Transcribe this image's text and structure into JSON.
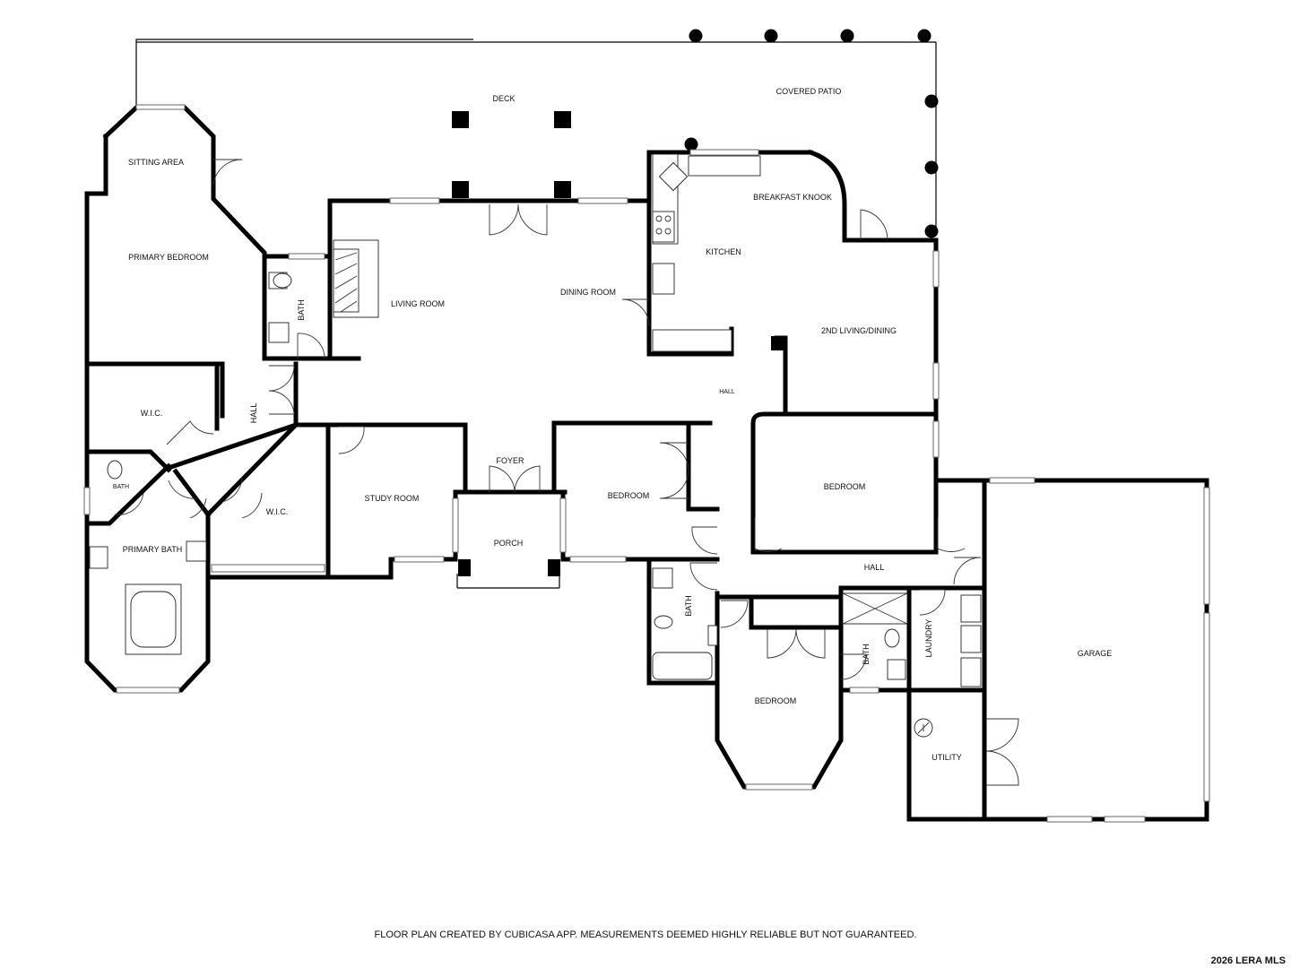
{
  "rooms": {
    "deck": "DECK",
    "covered_patio": "COVERED PATIO",
    "sitting_area": "SITTING AREA",
    "breakfast_knook": "BREAKFAST KNOOK",
    "primary_bedroom": "PRIMARY BEDROOM",
    "kitchen": "KITCHEN",
    "bath_primary_wc": "BATH",
    "living_room": "LIVING ROOM",
    "dining_room": "DINING ROOM",
    "second_living": "2ND LIVING/DINING",
    "hall_center": "HALL",
    "hall_west": "HALL",
    "wic_1": "W.I.C.",
    "foyer": "FOYER",
    "bath_small": "BATH",
    "study_room": "STUDY ROOM",
    "bedroom_1": "BEDROOM",
    "bedroom_2": "BEDROOM",
    "wic_2": "W.I.C.",
    "porch": "PORCH",
    "primary_bath": "PRIMARY BATH",
    "hall_east": "HALL",
    "bath_2": "BATH",
    "laundry": "LAUNDRY",
    "bath_3": "BATH",
    "garage": "GARAGE",
    "bedroom_3": "BEDROOM",
    "utility": "UTILITY"
  },
  "footer": {
    "disclaimer": "FLOOR PLAN CREATED BY CUBICASA APP. MEASUREMENTS DEEMED HIGHLY RELIABLE BUT NOT GUARANTEED.",
    "credit": "2026 LERA MLS"
  }
}
